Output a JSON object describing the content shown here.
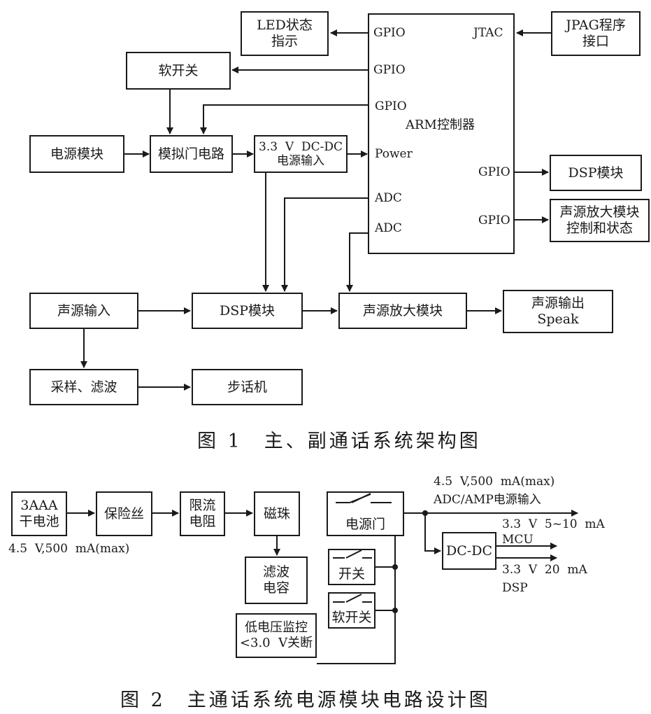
{
  "fig1": {
    "caption": "图 1　主、副通话系统架构图",
    "arm": {
      "title": "ARM控制器",
      "ports": {
        "gpio_led": "GPIO",
        "gpio_softswitch": "GPIO",
        "gpio_gate": "GPIO",
        "power": "Power",
        "adc1": "ADC",
        "adc2": "ADC",
        "jtac": "JTAC",
        "gpio_dsp": "GPIO",
        "gpio_amp": "GPIO"
      }
    },
    "blocks": {
      "led": [
        "LED状态",
        "指示"
      ],
      "jpag": [
        "JPAG程序",
        "接口"
      ],
      "soft_switch": "软开关",
      "power_module": "电源模块",
      "analog_gate": "模拟门电路",
      "dcdc": [
        "3.3  V  DC-DC",
        "电源输入"
      ],
      "dsp_right": "DSP模块",
      "amp_ctrl": [
        "声源放大模块",
        "控制和状态"
      ],
      "sound_in": "声源输入",
      "dsp_main": "DSP模块",
      "amp": "声源放大模块",
      "sound_out": [
        "声源输出",
        "Speak"
      ],
      "sample": "采样、滤波",
      "walkie": "步话机"
    }
  },
  "fig2": {
    "caption": "图 2　主通话系统电源模块电路设计图",
    "blocks": {
      "battery": [
        "3AAA",
        "干电池"
      ],
      "fuse": "保险丝",
      "resistor": [
        "限流",
        "电阻"
      ],
      "bead": "磁珠",
      "filter_cap": [
        "滤波",
        "电容"
      ],
      "low_voltage": [
        "低电压监控",
        "<3.0  V关断"
      ],
      "power_gate": "电源门",
      "switch": "开关",
      "soft_switch": "软开关",
      "dcdc": "DC-DC"
    },
    "labels": {
      "battery_spec": "4.5  V,500  mA(max)",
      "out_top_1": "4.5  V,500  mA(max)",
      "out_top_2": "ADC/AMP电源输入",
      "mcu_spec": "3.3  V  5~10  mA",
      "mcu": "MCU",
      "dsp_spec": "3.3  V  20  mA",
      "dsp": "DSP"
    }
  }
}
